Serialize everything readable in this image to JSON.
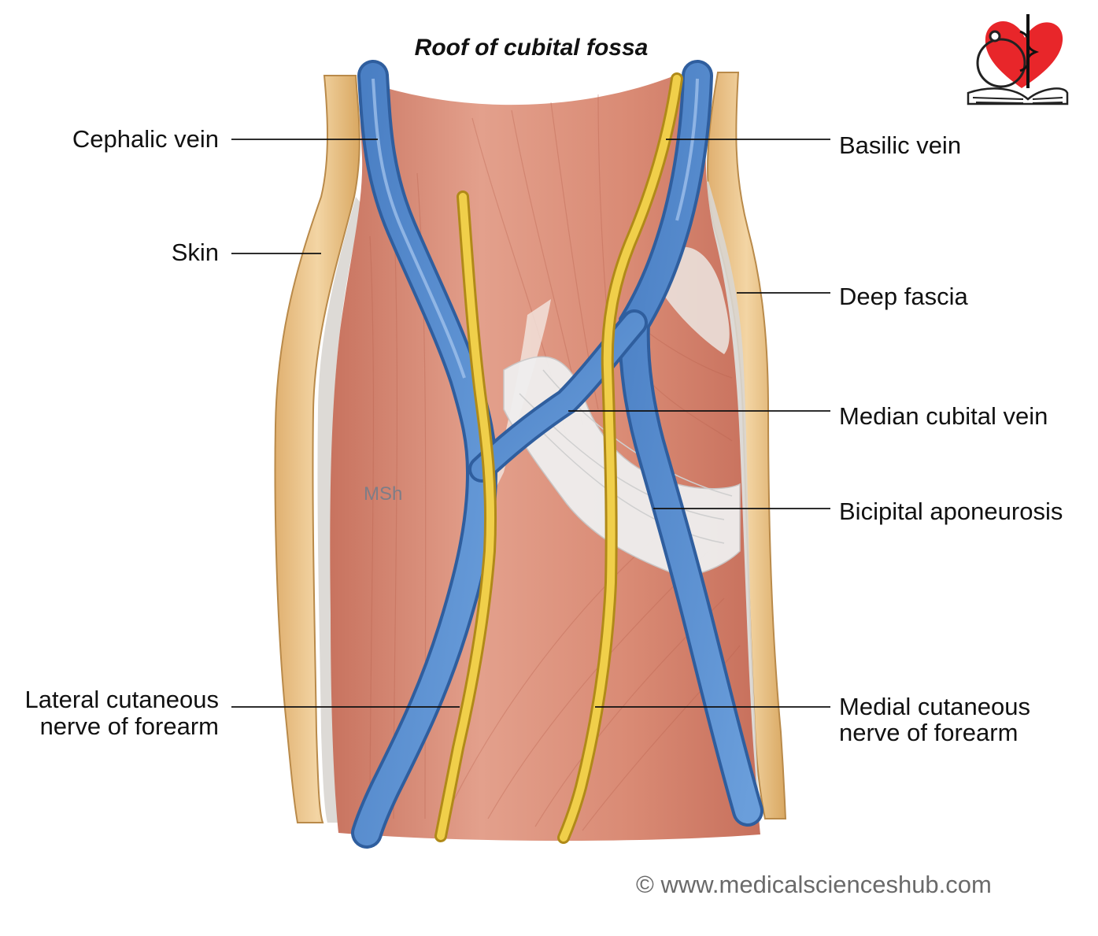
{
  "title": "Roof of cubital fossa",
  "labels": {
    "cephalic_vein": "Cephalic vein",
    "skin": "Skin",
    "lateral_cutaneous_line1": "Lateral cutaneous",
    "lateral_cutaneous_line2": "nerve of forearm",
    "basilic_vein": "Basilic vein",
    "deep_fascia": "Deep fascia",
    "median_cubital_vein": "Median cubital vein",
    "bicipital_aponeurosis": "Bicipital aponeurosis",
    "medial_cutaneous_line1": "Medial cutaneous",
    "medial_cutaneous_line2": "nerve of forearm"
  },
  "watermark": "MSh",
  "copyright": "© www.medicalscienceshub.com",
  "colors": {
    "skin": "#e9c088",
    "muscle": "#d98d77",
    "vein": "#5b8fd0",
    "nerve": "#e9c23e",
    "aponeurosis": "#eeeeee",
    "logo_heart": "#e8262a"
  }
}
